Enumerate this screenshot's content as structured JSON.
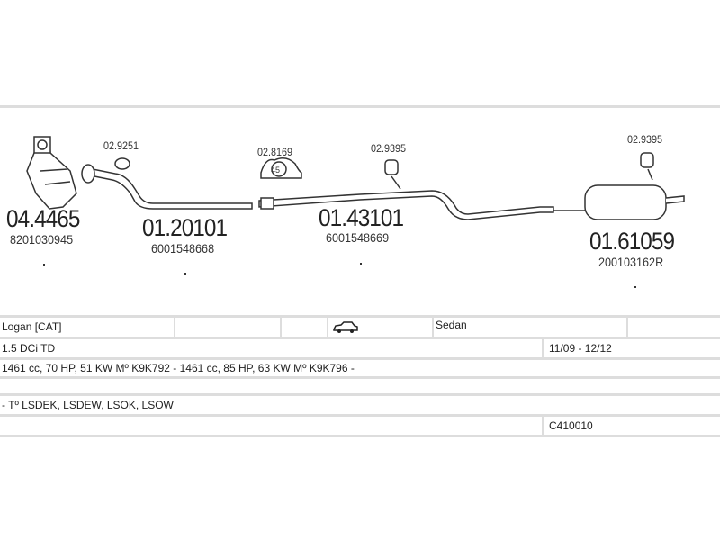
{
  "parts": [
    {
      "number": "04.4465",
      "oe": "8201030945"
    },
    {
      "number": "01.20101",
      "oe": "6001548668"
    },
    {
      "number": "01.43101",
      "oe": "6001548669"
    },
    {
      "number": "01.61059",
      "oe": "200103162R"
    }
  ],
  "clamps": [
    "02.9251",
    "02.8169",
    "02.9395",
    "02.9395"
  ],
  "clamp_size": "45",
  "table": {
    "model": "Logan  [CAT]",
    "body": "Sedan",
    "engine": "1.5 DCi TD",
    "dates": "11/09 - 12/12",
    "specs": "1461 cc, 70 HP, 51 KW Mº K9K792 - 1461 cc, 85 HP, 63 KW Mº K9K796 -",
    "types": "- Tº LSDEK, LSDEW, LSOK, LSOW",
    "code": "C410010"
  }
}
